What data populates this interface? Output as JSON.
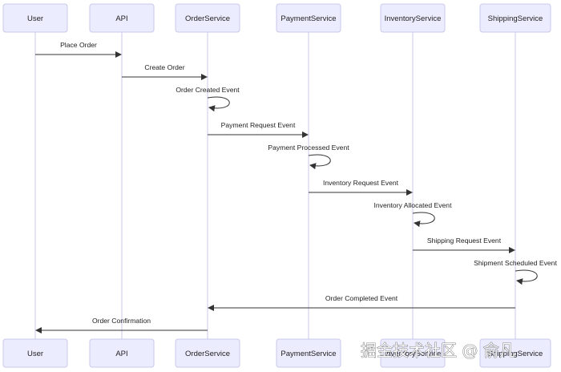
{
  "participants": [
    {
      "id": "user",
      "label": "User"
    },
    {
      "id": "api",
      "label": "API"
    },
    {
      "id": "order",
      "label": "OrderService"
    },
    {
      "id": "payment",
      "label": "PaymentService"
    },
    {
      "id": "inventory",
      "label": "InventoryService"
    },
    {
      "id": "shipping",
      "label": "ShippingService"
    }
  ],
  "messages": [
    {
      "from": "user",
      "to": "api",
      "label": "Place Order"
    },
    {
      "from": "api",
      "to": "order",
      "label": "Create Order"
    },
    {
      "from": "order",
      "to": "order",
      "label": "Order Created Event"
    },
    {
      "from": "order",
      "to": "payment",
      "label": "Payment Request Event"
    },
    {
      "from": "payment",
      "to": "payment",
      "label": "Payment Processed Event"
    },
    {
      "from": "payment",
      "to": "inventory",
      "label": "Inventory Request Event"
    },
    {
      "from": "inventory",
      "to": "inventory",
      "label": "Inventory Allocated Event"
    },
    {
      "from": "inventory",
      "to": "shipping",
      "label": "Shipping Request Event"
    },
    {
      "from": "shipping",
      "to": "shipping",
      "label": "Shipment Scheduled Event"
    },
    {
      "from": "shipping",
      "to": "order",
      "label": "Order Completed Event"
    },
    {
      "from": "order",
      "to": "user",
      "label": "Order Confirmation"
    }
  ],
  "watermark": {
    "text": "掘金技术社区 @ 俞凡"
  }
}
